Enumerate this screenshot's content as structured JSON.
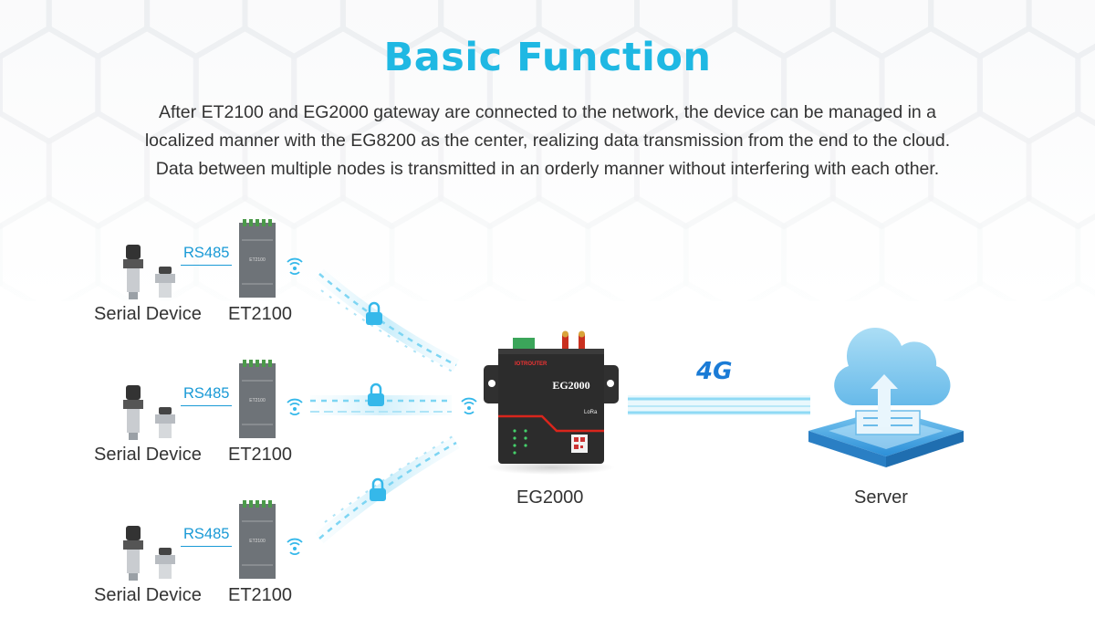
{
  "header": {
    "title": "Basic Function",
    "description": "After ET2100 and EG2000 gateway are connected to the network, the device can be managed in a localized manner with the EG8200 as the center, realizing data transmission from the end to the cloud. Data between multiple nodes is transmitted in an orderly manner without interfering with each other."
  },
  "nodes": [
    {
      "device_label": "Serial Device",
      "link_label": "RS485",
      "gateway_label": "ET2100",
      "module_text": "ET2100"
    },
    {
      "device_label": "Serial Device",
      "link_label": "RS485",
      "gateway_label": "ET2100",
      "module_text": "ET2100"
    },
    {
      "device_label": "Serial Device",
      "link_label": "RS485",
      "gateway_label": "ET2100",
      "module_text": "ET2100"
    }
  ],
  "center": {
    "label": "EG2000",
    "device_model": "EG2000",
    "brand": "IOTROUTER",
    "badge": "LoRa"
  },
  "uplink": {
    "label": "4G"
  },
  "cloud": {
    "label": "Server"
  },
  "colors": {
    "accent": "#1fb8e3",
    "link": "#1a9ad6",
    "signal": "#35b8ea",
    "device_body": "#2c2c2c",
    "device_red": "#d9251c"
  }
}
